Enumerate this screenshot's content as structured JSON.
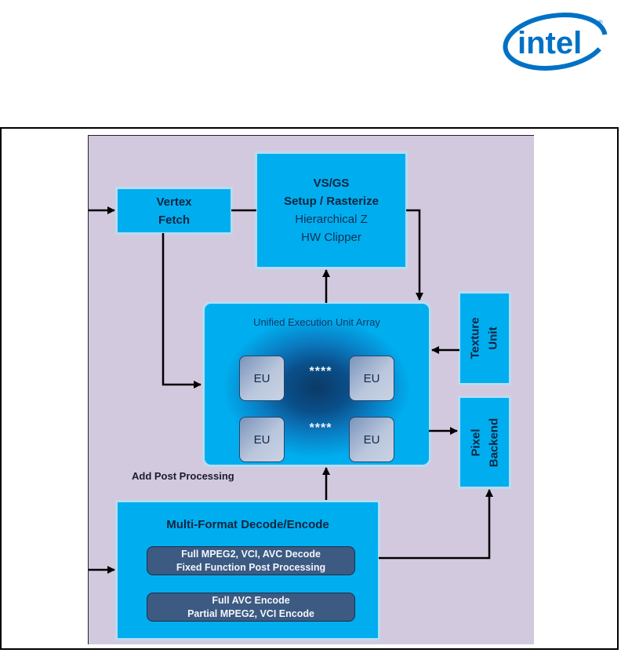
{
  "logo": {
    "text": "intel",
    "registered_mark": "®",
    "color": "#0071c5"
  },
  "diagram": {
    "colors": {
      "background_panel": "#d2c9df",
      "block": "#00aeef",
      "inner_block": "#3c5a82",
      "arrow": "#000000"
    },
    "vertex_fetch": {
      "lines": [
        "Vertex",
        "Fetch"
      ]
    },
    "vs_gs": {
      "bold_lines": [
        "VS/GS",
        "Setup / Rasterize"
      ],
      "lines": [
        "Hierarchical Z",
        "HW Clipper"
      ]
    },
    "execution_array": {
      "title": "Unified Execution Unit Array",
      "units": [
        "EU",
        "EU",
        "EU",
        "EU"
      ],
      "ellipsis": [
        "****",
        "****"
      ]
    },
    "texture_unit": {
      "lines": [
        "Texture",
        "Unit"
      ]
    },
    "pixel_backend": {
      "lines": [
        "Pixel",
        "Backend"
      ]
    },
    "post_processing_label": "Add Post Processing",
    "media": {
      "title": "Multi-Format Decode/Encode",
      "decode": [
        "Full MPEG2, VCI, AVC Decode",
        "Fixed Function Post Processing"
      ],
      "encode": [
        "Full AVC Encode",
        "Partial MPEG2, VCI Encode"
      ]
    }
  }
}
